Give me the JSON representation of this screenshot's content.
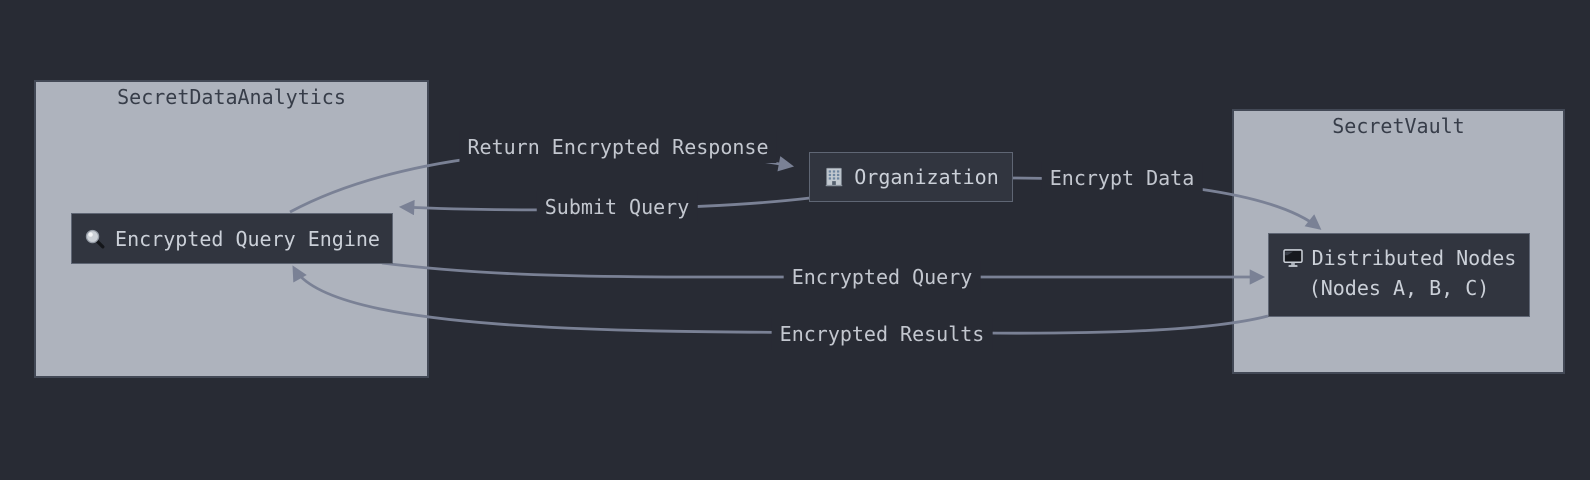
{
  "diagram": {
    "type": "flowchart",
    "theme_colors": {
      "background": "#282b34",
      "cluster_fill": "#aeb3bd",
      "cluster_title_color": "#373d49",
      "node_fill": "#31353f",
      "node_border": "#5f6674",
      "node_text_color": "#cbd0d8",
      "edge_color": "#7a8195",
      "edge_label_color": "#c3c7cf"
    },
    "clusters": [
      {
        "title": "SecretDataAnalytics"
      },
      {
        "title": "SecretVault"
      }
    ],
    "nodes": [
      {
        "icon": "magnifier-icon",
        "label": "Encrypted Query Engine",
        "cluster": "SecretDataAnalytics"
      },
      {
        "icon": "building-icon",
        "label": "Organization",
        "cluster": null
      },
      {
        "icon": "monitor-icon",
        "label": "Distributed Nodes",
        "sublabel": "(Nodes A, B, C)",
        "cluster": "SecretVault"
      }
    ],
    "edges": [
      {
        "from": "Encrypted Query Engine",
        "to": "Organization",
        "label": "Return Encrypted Response"
      },
      {
        "from": "Organization",
        "to": "Encrypted Query Engine",
        "label": "Submit Query"
      },
      {
        "from": "Organization",
        "to": "Distributed Nodes",
        "label": "Encrypt Data"
      },
      {
        "from": "Encrypted Query Engine",
        "to": "Distributed Nodes",
        "label": "Encrypted Query"
      },
      {
        "from": "Distributed Nodes",
        "to": "Encrypted Query Engine",
        "label": "Encrypted Results"
      }
    ]
  }
}
